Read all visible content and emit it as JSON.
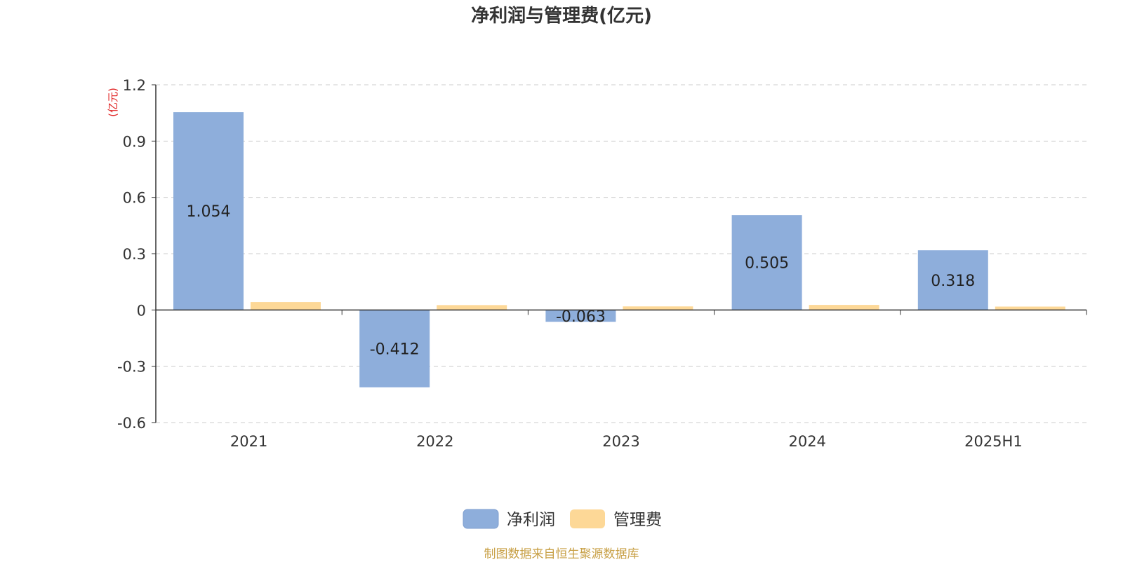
{
  "chart_data": {
    "type": "bar",
    "title": "净利润与管理费(亿元)",
    "ylabel": "(亿元)",
    "categories": [
      "2021",
      "2022",
      "2023",
      "2024",
      "2025H1"
    ],
    "series": [
      {
        "name": "净利润",
        "values": [
          1.054,
          -0.412,
          -0.063,
          0.505,
          0.318
        ],
        "labels": [
          "1.054",
          "-0.412",
          "-0.063",
          "0.505",
          "0.318"
        ],
        "color": "#8EAEDB"
      },
      {
        "name": "管理费",
        "values": [
          0.042,
          0.026,
          0.019,
          0.027,
          0.018
        ],
        "color": "#FDD897"
      }
    ],
    "ylim": [
      -0.6,
      1.2
    ],
    "yticks": [
      "1.2",
      "0.9",
      "0.6",
      "0.3",
      "0",
      "-0.3",
      "-0.6"
    ],
    "grid": true,
    "legend_position": "bottom-center",
    "colors": {
      "ylabel": "#e02020",
      "source": "#c8a046",
      "axis": "#333333",
      "grid": "#cccccc"
    }
  },
  "source": "制图数据来自恒生聚源数据库"
}
